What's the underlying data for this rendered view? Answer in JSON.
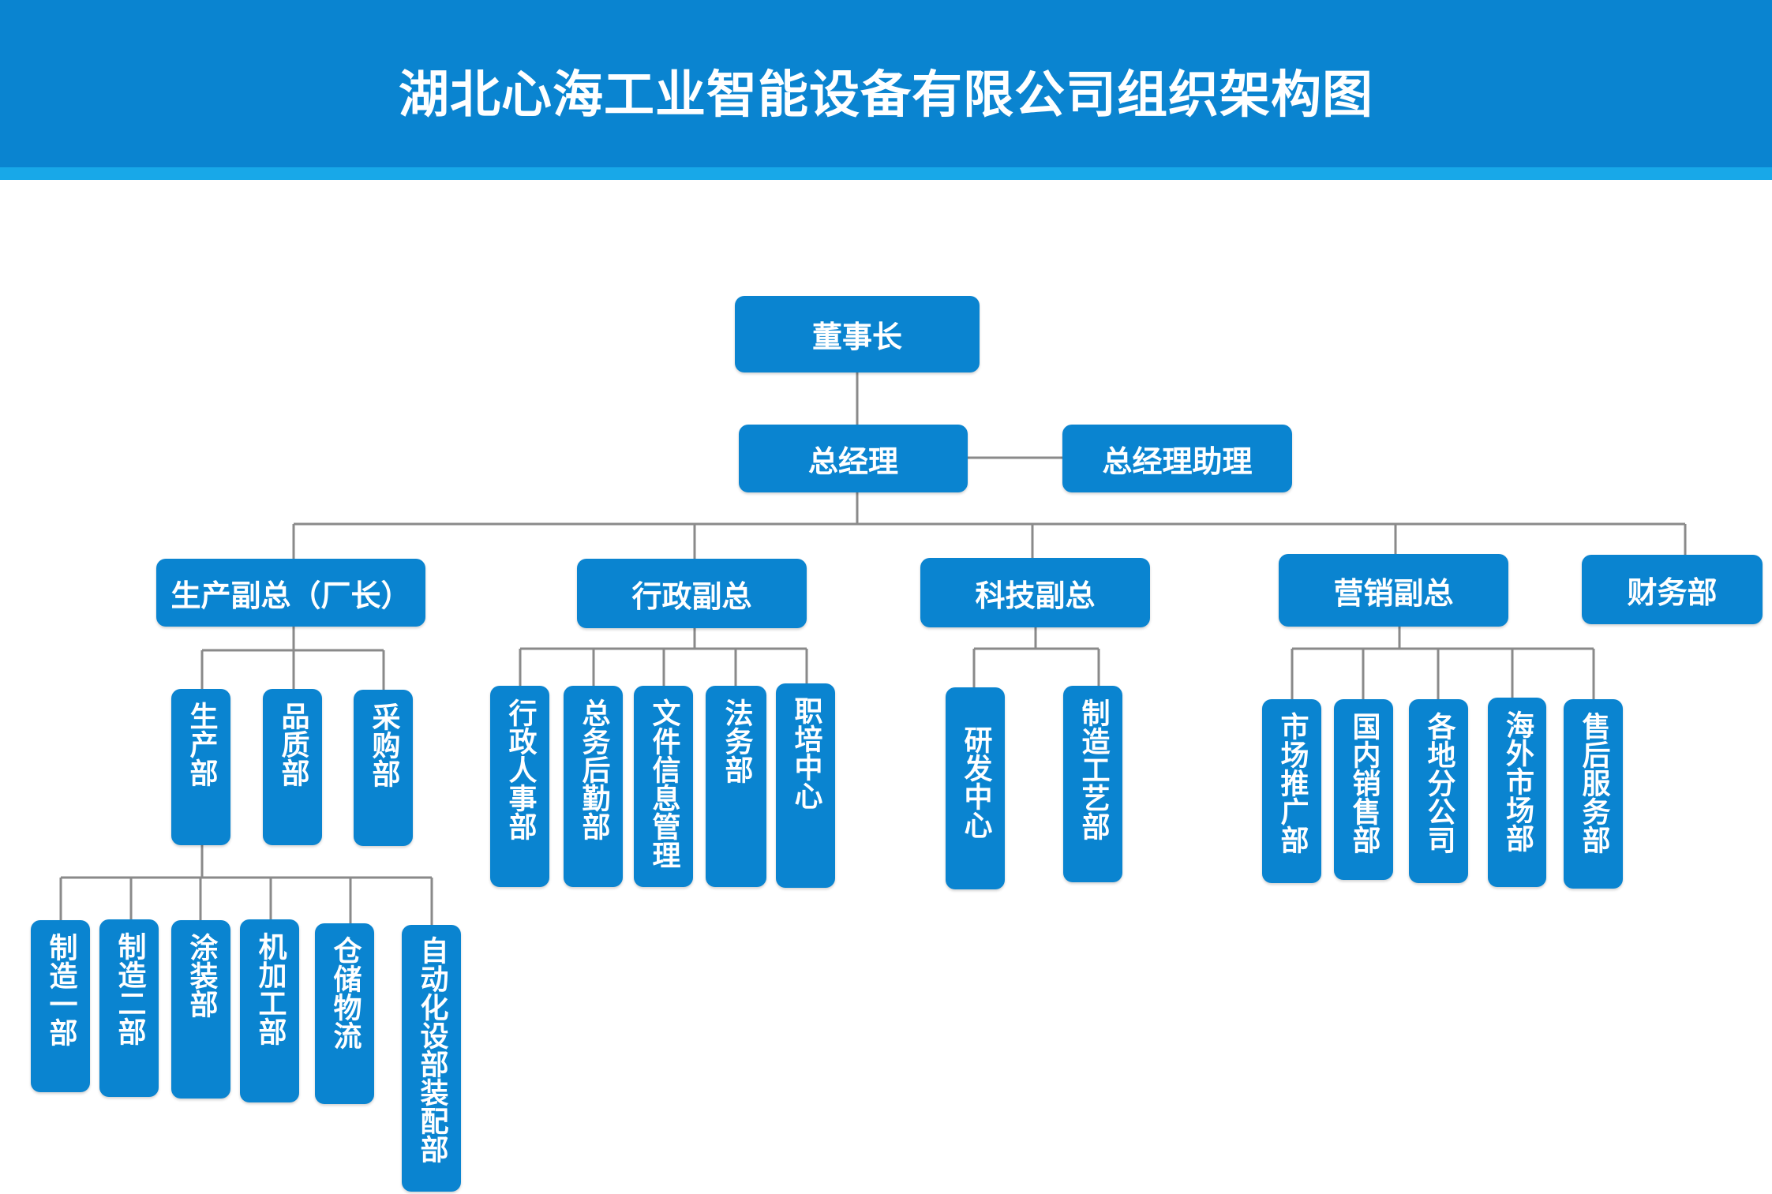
{
  "title": "湖北心海工业智能设备有限公司组织架构图",
  "colors": {
    "header": "#0a84d0",
    "stripe": "#18a8e8",
    "box": "#0a84d0",
    "line": "#8a8a8a"
  },
  "org": {
    "chairman": "董事长",
    "gm": "总经理",
    "gm_assistant": "总经理助理",
    "production": {
      "head": "生产副总（厂长）",
      "depts": [
        "生产部",
        "品质部",
        "采购部"
      ],
      "sub_depts": [
        "制造一部",
        "制造二部",
        "涂装部",
        "机加工部",
        "仓储物流",
        "自动化设部装配部"
      ]
    },
    "admin": {
      "head": "行政副总",
      "depts": [
        "行政人事部",
        "总务后勤部",
        "文件信息管理",
        "法务部",
        "职培中心"
      ]
    },
    "tech": {
      "head": "科技副总",
      "depts": [
        "研发中心",
        "制造工艺部"
      ]
    },
    "marketing": {
      "head": "营销副总",
      "depts": [
        "市场推广部",
        "国内销售部",
        "各地分公司",
        "海外市场部",
        "售后服务部"
      ]
    },
    "finance": "财务部"
  }
}
